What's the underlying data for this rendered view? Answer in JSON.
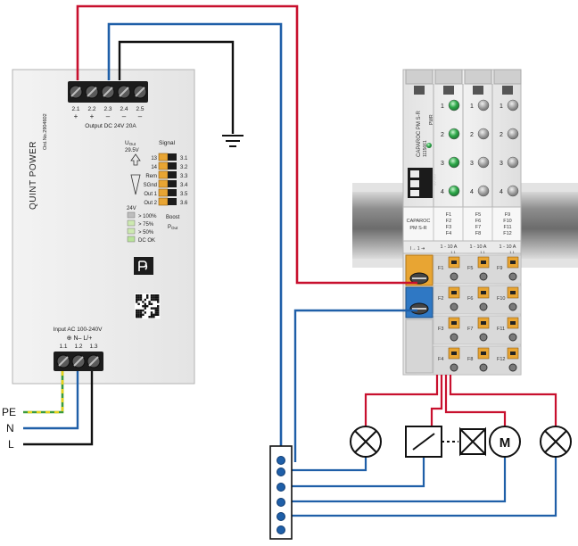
{
  "power_supply": {
    "brand": "QUINT POWER",
    "order_no": "Ord.No.2904602",
    "output_terminals": [
      "2.1",
      "2.2",
      "2.3",
      "2.4",
      "2.5"
    ],
    "output_polarity": [
      "+",
      "+",
      "–",
      "–",
      "–"
    ],
    "output_label": "Output DC 24V 20A",
    "uout_label": "U",
    "uout_sub": "Out",
    "uout_value": "29.5V",
    "signal_label": "Signal",
    "signal_rows": [
      {
        "name": "13",
        "pin": "3.1"
      },
      {
        "name": "14",
        "pin": "3.2"
      },
      {
        "name": "Rem",
        "pin": "3.3"
      },
      {
        "name": "SGnd",
        "pin": "3.4"
      },
      {
        "name": "Out 1",
        "pin": "3.5"
      },
      {
        "name": "Out 2",
        "pin": "3.6"
      }
    ],
    "led_voltage": "24V",
    "led_rows": [
      "> 100%",
      "> 75%",
      "> 50%",
      "DC OK"
    ],
    "boost_label": "Boost",
    "pout_label": "P",
    "pout_sub": "Out",
    "input_label": "Input AC 100-240V",
    "input_symbols": "⊕ N– L/+",
    "input_terminals": [
      "1.1",
      "1.2",
      "1.3"
    ]
  },
  "mains": {
    "labels": [
      "PE",
      "N",
      "L"
    ]
  },
  "breaker_module": {
    "vertical_label": "CAPAROC PM S-R",
    "vertical_sub": "1115661",
    "pwr_label": "PWR",
    "channel_numbers": [
      "1",
      "2",
      "3",
      "4"
    ],
    "plate_title": "CAPAROC",
    "plate_sub": "PM S-R",
    "fuse_groups": [
      [
        "F1",
        "F2",
        "F3",
        "F4"
      ],
      [
        "F5",
        "F6",
        "F7",
        "F8"
      ],
      [
        "F9",
        "F10",
        "F11",
        "F12"
      ]
    ],
    "rating_label": "1 - 10 A",
    "rating_sub": "1  1",
    "row_fuses": [
      [
        "F1",
        "F5",
        "F9"
      ],
      [
        "F2",
        "F6",
        "F10"
      ],
      [
        "F3",
        "F7",
        "F11"
      ],
      [
        "F4",
        "F8",
        "F12"
      ]
    ],
    "io_label": "I→ 1 ⇥"
  },
  "loads": {
    "motor_letter": "M"
  },
  "colors": {
    "red_wire": "#c8102e",
    "blue_wire": "#1f5fa8",
    "black_wire": "#111111",
    "pe_yellow": "#e8d21a",
    "pe_green": "#3a9a3a",
    "housing": "#ededed",
    "rail": "#8f8f8f",
    "orange_terminal": "#e69a2e",
    "led_green": "#2ea84a"
  }
}
